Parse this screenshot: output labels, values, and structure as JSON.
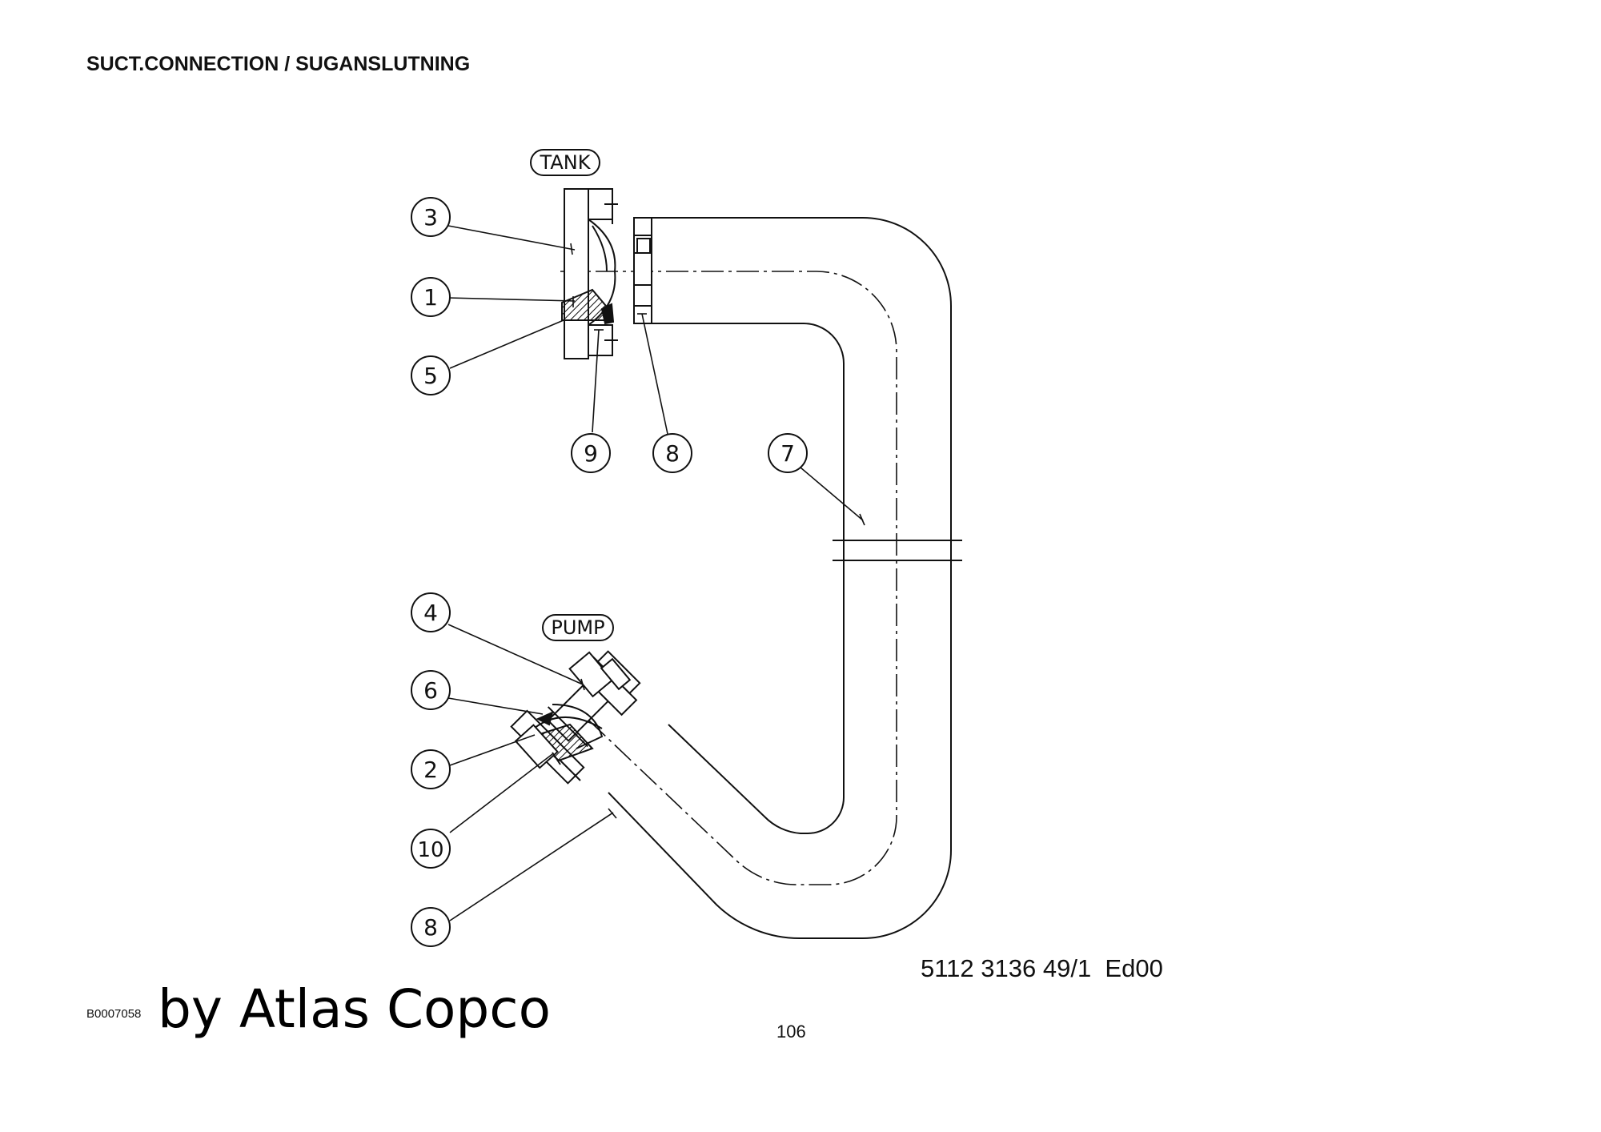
{
  "header": {
    "title": "SUCT.CONNECTION / SUGANSLUTNING"
  },
  "tags": {
    "tank": "TANK",
    "pump": "PUMP"
  },
  "callouts": [
    "3",
    "1",
    "5",
    "9",
    "8",
    "7",
    "4",
    "6",
    "2",
    "10",
    "8"
  ],
  "footer": {
    "document_number": "5112 3136 49/1  Ed00",
    "drawing_code": "B0007058",
    "watermark": "by Atlas Copco",
    "page_number": "106"
  },
  "colors": {
    "line": "#111111",
    "background": "#ffffff"
  }
}
